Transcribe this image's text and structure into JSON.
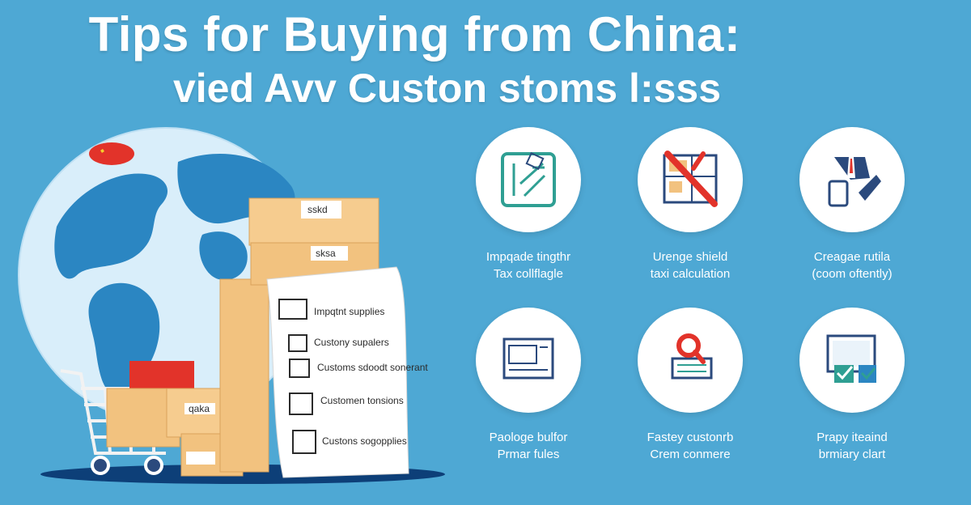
{
  "header": {
    "title": "Tips for Buying from China:",
    "subtitle": "vied Avv Custon stoms l:sss"
  },
  "checklist": {
    "items": [
      "Impqtnt supplies",
      "Custony supalers",
      "Customs sdoodt sonerant",
      "Customen tonsions",
      "Custons sogopplies"
    ]
  },
  "box_labels": [
    "sskd",
    "sksa",
    "qaka"
  ],
  "tips": [
    {
      "icon": "map-route-icon",
      "line1": "Impqade tingthr",
      "line2": "Tax collflagle"
    },
    {
      "icon": "crossed-document-icon",
      "line1": "Urenge shield",
      "line2": "taxi calculation"
    },
    {
      "icon": "businessperson-phone-icon",
      "line1": "Creagae rutila",
      "line2": "(coom oftently)"
    },
    {
      "icon": "monitor-window-icon",
      "line1": "Paologe bulfor",
      "line2": "Prmar fules"
    },
    {
      "icon": "magnifier-form-icon",
      "line1": "Fastey custonrb",
      "line2": "Crem conmere"
    },
    {
      "icon": "screen-check-icon",
      "line1": "Prapy iteaind",
      "line2": "brmiary clart"
    }
  ],
  "colors": {
    "background": "#4ea8d4",
    "accent_teal": "#2f9f93",
    "accent_red": "#e2332a",
    "accent_navy": "#2b4a7d",
    "box_tan": "#f2c27f"
  }
}
